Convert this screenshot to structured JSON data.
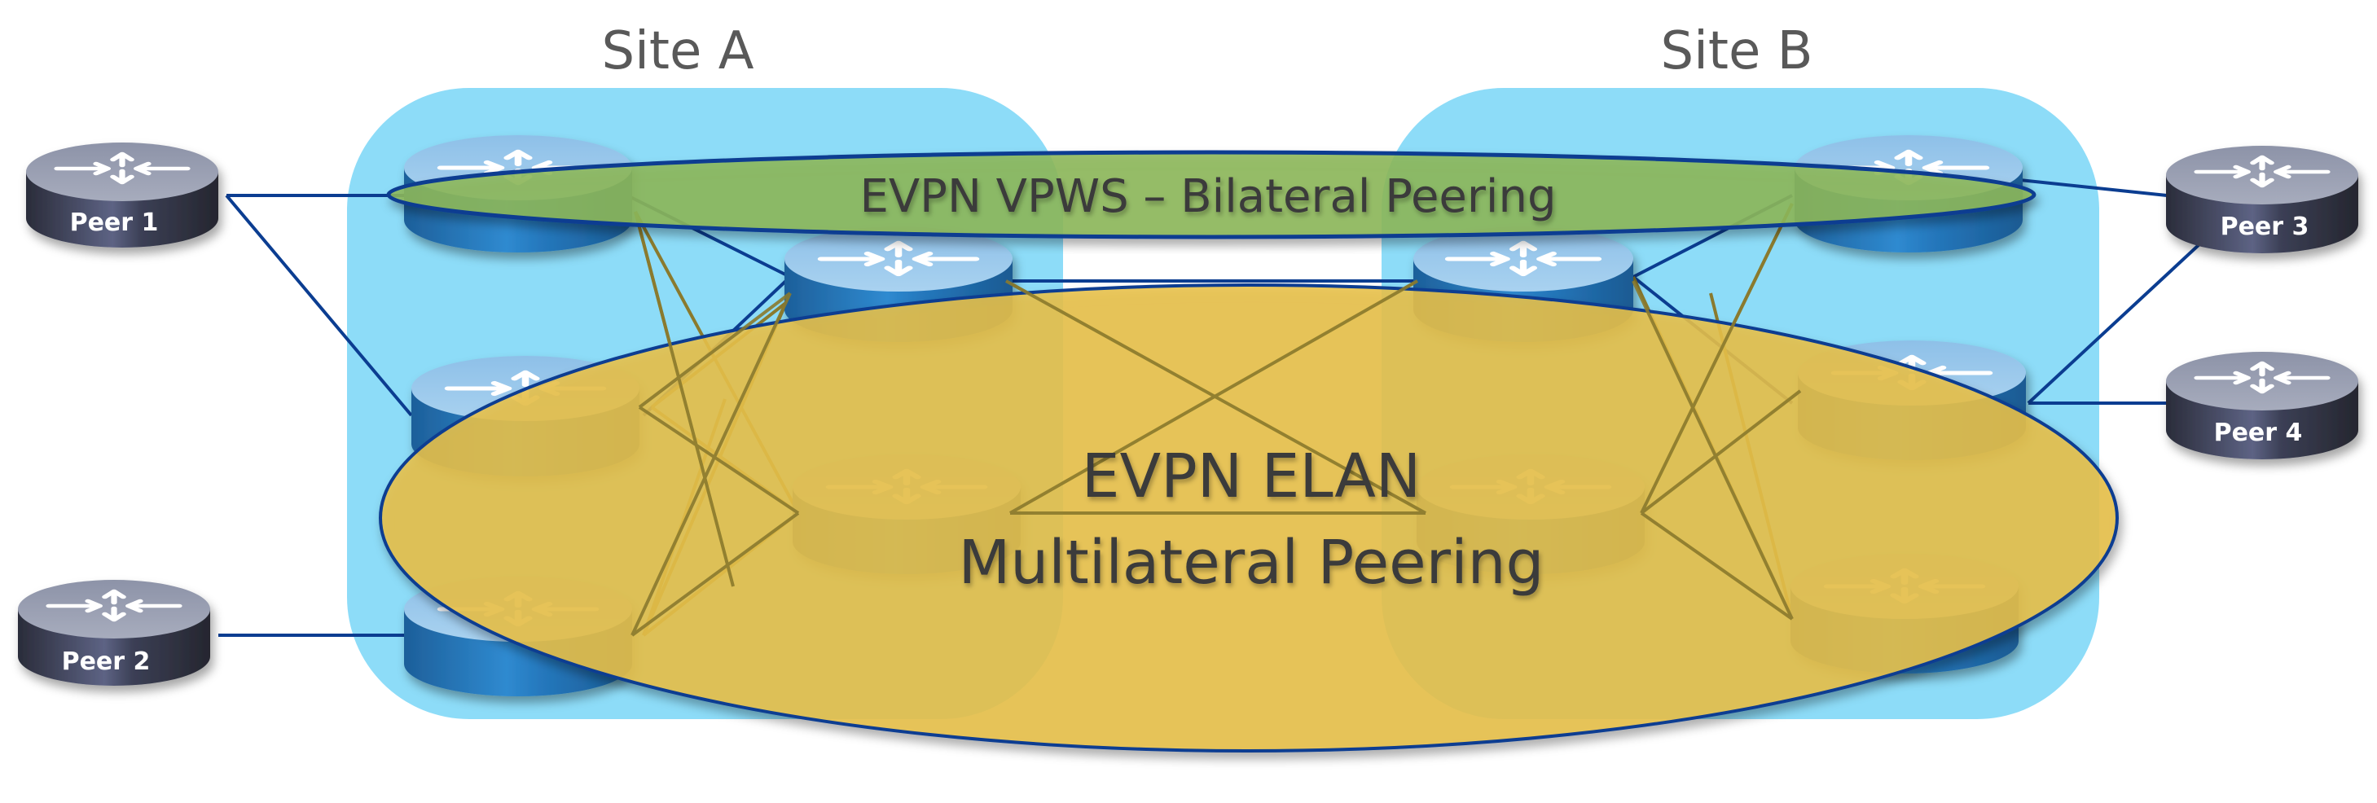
{
  "sites": [
    {
      "id": "site-a",
      "label": "Site A"
    },
    {
      "id": "site-b",
      "label": "Site B"
    }
  ],
  "peers": [
    {
      "id": "peer-1",
      "label": "Peer 1"
    },
    {
      "id": "peer-2",
      "label": "Peer 2"
    },
    {
      "id": "peer-3",
      "label": "Peer 3"
    },
    {
      "id": "peer-4",
      "label": "Peer 4"
    }
  ],
  "overlays": {
    "vpws": {
      "label": "EVPN VPWS – Bilateral Peering",
      "color": "#8db85a"
    },
    "elan": {
      "line1": "EVPN ELAN",
      "line2": "Multilateral Peering",
      "color": "#e8c04a"
    }
  },
  "colors": {
    "site_fill": "#8ddcf8",
    "link": "#0b3d91",
    "mesh_link": "#8a7a2e",
    "router_blue": "#2a7fc4",
    "peer_dark": "#3a3d52"
  },
  "icons": {
    "router": "router-icon",
    "peer_router": "router-icon"
  }
}
